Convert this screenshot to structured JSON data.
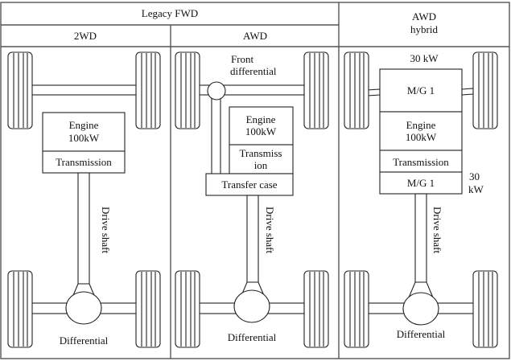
{
  "header": {
    "group_title": "Legacy FWD",
    "columns": [
      {
        "label": "2WD"
      },
      {
        "label": "AWD"
      },
      {
        "label_line1": "AWD",
        "label_line2": "hybrid"
      }
    ]
  },
  "panels": {
    "fwd_2wd": {
      "engine_line1": "Engine",
      "engine_line2": "100kW",
      "transmission": "Transmission",
      "drive_shaft": "Drive shaft",
      "differential": "Differential"
    },
    "fwd_awd": {
      "front_diff_line1": "Front",
      "front_diff_line2": "differential",
      "engine_line1": "Engine",
      "engine_line2": "100kW",
      "transmission_line1": "Transmiss",
      "transmission_line2": "ion",
      "transfer_case": "Transfer case",
      "drive_shaft": "Drive shaft",
      "differential": "Differential"
    },
    "awd_hybrid": {
      "mg_front_power": "30 kW",
      "mg_front": "M/G 1",
      "engine_line1": "Engine",
      "engine_line2": "100kW",
      "transmission": "Transmission",
      "mg_rear": "M/G 1",
      "mg_rear_power_line1": "30",
      "mg_rear_power_line2": "kW",
      "drive_shaft": "Drive shaft",
      "differential": "Differential"
    }
  }
}
